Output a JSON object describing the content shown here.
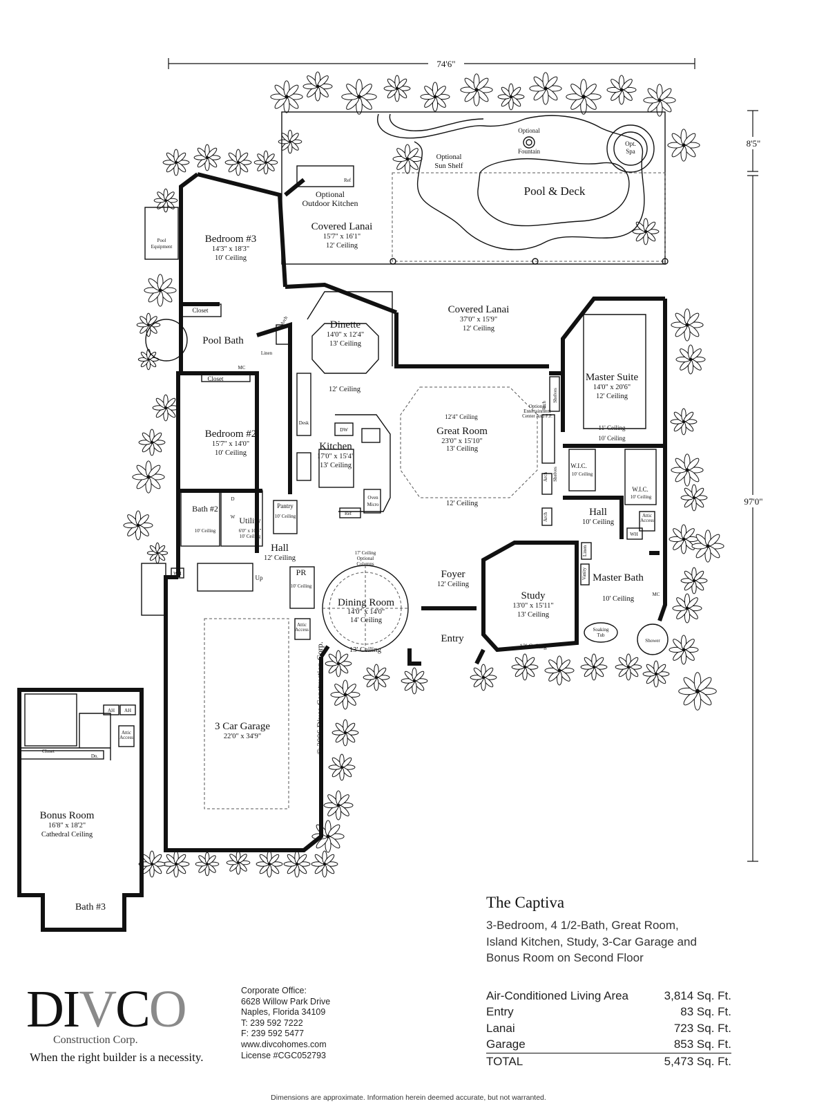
{
  "dimensions": {
    "width": "74'6\"",
    "depth_top": "8'5\"",
    "depth_main": "97'0\""
  },
  "rooms": {
    "pool_deck": "Pool & Deck",
    "sun_shelf": [
      "Optional",
      "Sun Shelf"
    ],
    "fountain": [
      "Optional",
      "Fountain"
    ],
    "spa": [
      "Opt.",
      "Spa"
    ],
    "outdoor_kitchen": [
      "Optional",
      "Outdoor Kitchen"
    ],
    "ref": "Ref",
    "covered_lanai_1": {
      "name": "Covered Lanai",
      "size": "15'7\" x 16'1\"",
      "ceiling": "12' Ceiling"
    },
    "covered_lanai_2": {
      "name": "Covered Lanai",
      "size": "37'0\" x 15'9\"",
      "ceiling": "12' Ceiling"
    },
    "pool_equipment": [
      "Pool",
      "Equipment"
    ],
    "bedroom3": {
      "name": "Bedroom #3",
      "size": "14'3\" x 18'3\"",
      "ceiling": "10' Ceiling"
    },
    "closet": "Closet",
    "pool_bath": "Pool Bath",
    "linen": "Linen",
    "dinette": {
      "name": "Dinette",
      "size": "14'0\" x 12'4\"",
      "ceiling": "13' Ceiling"
    },
    "master_suite": {
      "name": "Master Suite",
      "size": "14'0\" x 20'6\"",
      "ceiling": "12' Ceiling"
    },
    "ceiling_11": "11' Ceiling",
    "ceiling_10": "10' Ceiling",
    "ceiling_12": "12' Ceiling",
    "ceiling_124": "12'4\" Ceiling",
    "arch": "Arch",
    "shelves": "Shelves",
    "entertainment": [
      "Optional",
      "Entertainment",
      "Center And F.P."
    ],
    "bedroom2": {
      "name": "Bedroom #2",
      "size": "15'7\" x 14'0\"",
      "ceiling": "10' Ceiling"
    },
    "desk": "Desk",
    "kitchen": {
      "name": "Kitchen",
      "size": "17'0\" x 15'4\"",
      "ceiling": "13' Ceiling"
    },
    "dw": "DW",
    "great_room": {
      "name": "Great Room",
      "size": "23'0\" x 15'10\"",
      "ceiling": "13' Ceiling"
    },
    "wic_1": {
      "name": "W.I.C.",
      "ceiling": "10' Ceiling"
    },
    "wic_2": {
      "name": "W.I.C.",
      "ceiling": "10' Ceiling"
    },
    "bath2": {
      "name": "Bath #2",
      "ceiling": "10' Ceiling"
    },
    "utility": {
      "name": "Utility",
      "size": "6'0\" x 10'6\"",
      "ceiling": "10' Ceiling"
    },
    "pantry": {
      "name": "Pantry",
      "ceiling": "10' Ceiling"
    },
    "oven": "Oven",
    "micro": "Micro",
    "hall_1": {
      "name": "Hall",
      "ceiling": "10' Ceiling"
    },
    "hall_2": {
      "name": "Hall",
      "ceiling": "12' Ceiling"
    },
    "wh": "WH",
    "up": "Up",
    "pr": {
      "name": "PR",
      "ceiling": "10' Ceiling"
    },
    "optional_columns": [
      "17' Ceiling",
      "Optional",
      "Columns"
    ],
    "dining_room": {
      "name": "Dining Room",
      "size": "14'0\" x 14'0\"",
      "ceiling": "14' Ceiling"
    },
    "foyer": {
      "name": "Foyer",
      "ceiling": "12' Ceiling"
    },
    "study": {
      "name": "Study",
      "size": "13'0\" x 15'11\"",
      "ceiling": "13' Ceiling"
    },
    "master_bath": {
      "name": "Master Bath",
      "ceiling": "10' Ceiling"
    },
    "attic_access": [
      "Attic",
      "Access"
    ],
    "vanity": "Vanity",
    "mc": "MC",
    "soaking_tub": [
      "Soaking",
      "Tub"
    ],
    "shower": "Shower",
    "entry": "Entry",
    "ceiling_13": "13' Ceiling",
    "garage": {
      "name": "3 Car Garage",
      "size": "22'0\" x 34'9\""
    },
    "copyright": "© 2006 Divco Construction Corp.",
    "ah": "AH",
    "dn": "Dn.",
    "bonus_room": {
      "name": "Bonus Room",
      "size": "16'8\" x 18'2\"",
      "ceiling": "Cathedral Ceiling"
    },
    "bath3": "Bath #3",
    "d": "D",
    "w": "W"
  },
  "plan_title": "The Captiva",
  "description": [
    "3-Bedroom, 4 1/2-Bath, Great Room,",
    "Island Kitchen, Study, 3-Car Garage and",
    "Bonus Room on Second Floor"
  ],
  "areas": [
    {
      "label": "Air-Conditioned Living Area",
      "value": "3,814 Sq. Ft."
    },
    {
      "label": "Entry",
      "value": "83 Sq. Ft."
    },
    {
      "label": "Lanai",
      "value": "723 Sq. Ft."
    },
    {
      "label": "Garage",
      "value": "853 Sq. Ft."
    },
    {
      "label": "TOTAL",
      "value": "5,473 Sq. Ft."
    }
  ],
  "brand": {
    "logo_parts": [
      "DI",
      "V",
      "C",
      "O"
    ],
    "subtitle": "Construction Corp.",
    "tagline": "When the right builder is a necessity.",
    "colors": {
      "ink": "#111111",
      "grey": "#8a8a8a"
    }
  },
  "office": [
    "Corporate Office:",
    "6628 Willow Park Drive",
    "Naples, Florida 34109",
    "T: 239 592 7222",
    "F: 239 592 5477",
    "www.divcohomes.com",
    "License #CGC052793"
  ],
  "disclaimer": "Dimensions are approximate. Information herein deemed accurate, but not warranted."
}
